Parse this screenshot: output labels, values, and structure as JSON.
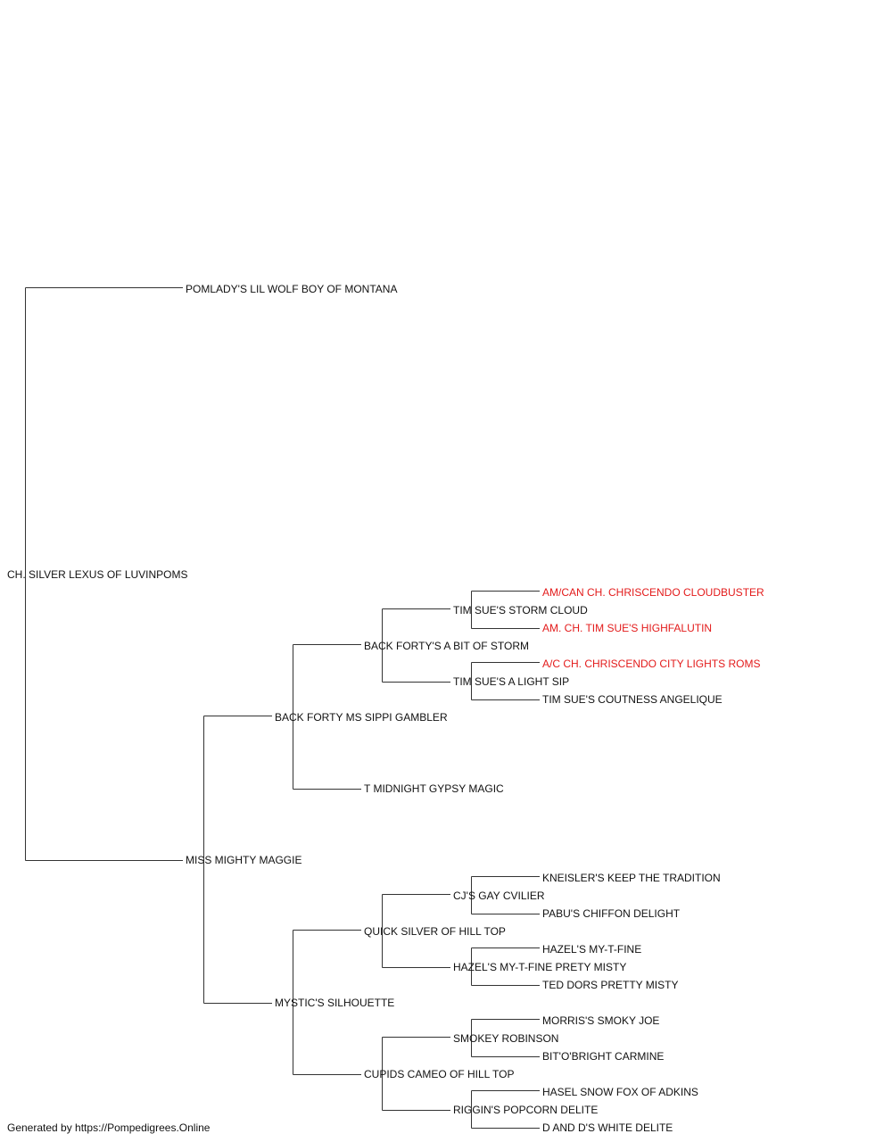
{
  "colors": {
    "line": "#333333",
    "text": "#111111",
    "champion_text": "#e31b1b"
  },
  "pedigree": {
    "subject": {
      "name": "CH. SILVER LEXUS OF LUVINPOMS"
    },
    "sire": {
      "name": "POMLADY'S LIL WOLF BOY OF MONTANA"
    },
    "dam": {
      "name": "MISS MIGHTY MAGGIE"
    },
    "dam_sire": {
      "name": "BACK FORTY MS SIPPI GAMBLER"
    },
    "dam_sire_sire": {
      "name": "BACK FORTY'S A BIT OF STORM"
    },
    "dam_sire_sire_sire": {
      "name": "TIM SUE'S STORM CLOUD"
    },
    "dam_sire_sire_sire_sire": {
      "name": "AM/CAN CH. CHRISCENDO CLOUDBUSTER",
      "champion": true
    },
    "dam_sire_sire_sire_dam": {
      "name": "AM. CH. TIM SUE'S HIGHFALUTIN",
      "champion": true
    },
    "dam_sire_sire_dam": {
      "name": "TIM SUE'S A LIGHT SIP"
    },
    "dam_sire_sire_dam_sire": {
      "name": "A/C CH. CHRISCENDO CITY LIGHTS ROMS",
      "champion": true
    },
    "dam_sire_sire_dam_dam": {
      "name": "TIM SUE'S COUTNESS ANGELIQUE"
    },
    "dam_sire_dam": {
      "name": "T MIDNIGHT GYPSY MAGIC"
    },
    "dam_dam": {
      "name": "MYSTIC'S SILHOUETTE"
    },
    "dam_dam_sire": {
      "name": "QUICK SILVER OF HILL TOP"
    },
    "dam_dam_sire_sire": {
      "name": "CJ'S GAY CVILIER"
    },
    "dam_dam_sire_sire_sire": {
      "name": "KNEISLER'S KEEP THE TRADITION"
    },
    "dam_dam_sire_sire_dam": {
      "name": "PABU'S CHIFFON DELIGHT"
    },
    "dam_dam_sire_dam": {
      "name": "HAZEL'S MY-T-FINE PRETY MISTY"
    },
    "dam_dam_sire_dam_sire": {
      "name": "HAZEL'S MY-T-FINE"
    },
    "dam_dam_sire_dam_dam": {
      "name": "TED DORS PRETTY MISTY"
    },
    "dam_dam_dam": {
      "name": "CUPIDS CAMEO OF HILL TOP"
    },
    "dam_dam_dam_sire": {
      "name": "SMOKEY ROBINSON"
    },
    "dam_dam_dam_sire_sire": {
      "name": "MORRIS'S SMOKY JOE"
    },
    "dam_dam_dam_sire_dam": {
      "name": "BIT'O'BRIGHT CARMINE"
    },
    "dam_dam_dam_dam": {
      "name": "RIGGIN'S POPCORN DELITE"
    },
    "dam_dam_dam_dam_sire": {
      "name": "HASEL SNOW FOX OF ADKINS"
    },
    "dam_dam_dam_dam_dam": {
      "name": "D AND D'S WHITE DELITE"
    }
  },
  "footer": {
    "generated_by": "Generated by https://Pompedigrees.Online"
  }
}
